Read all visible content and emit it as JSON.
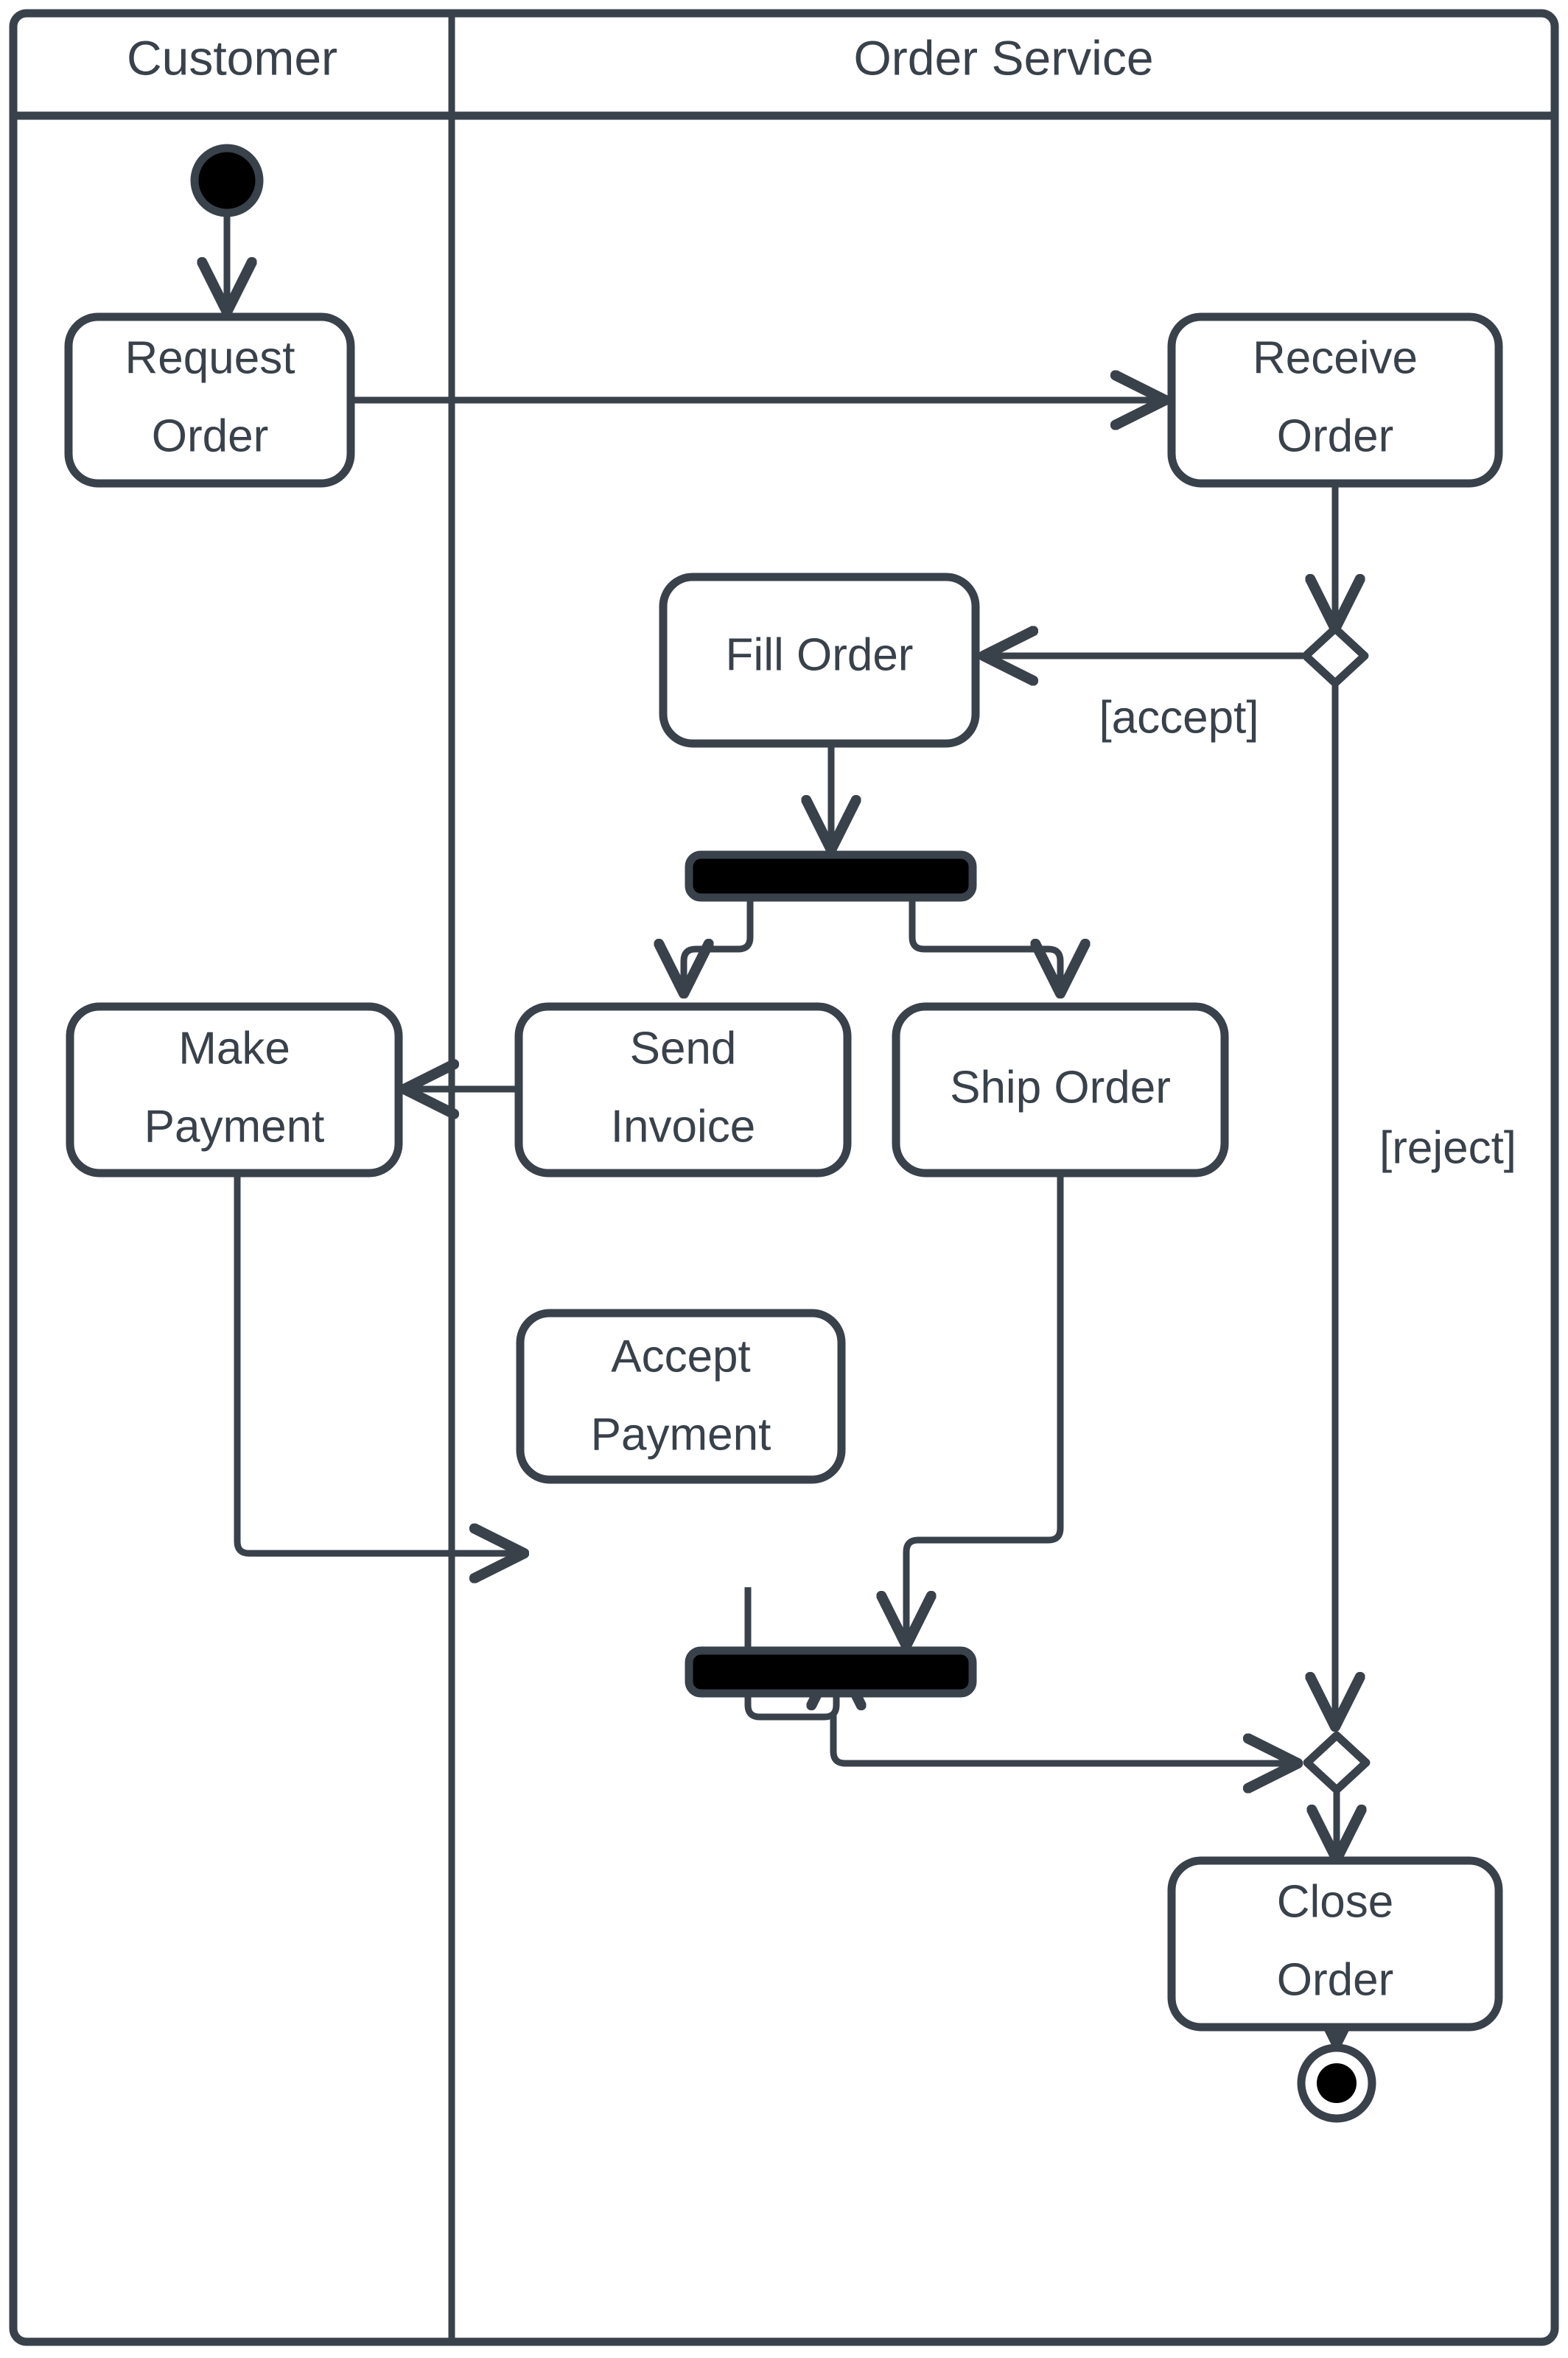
{
  "diagram": {
    "type": "uml-activity-diagram",
    "stroke_color": "#39414b",
    "fill_color": "#ffffff",
    "solid_node_color": "#000000",
    "lanes": [
      {
        "id": "customer",
        "title": "Customer"
      },
      {
        "id": "order_service",
        "title": "Order Service"
      }
    ],
    "nodes": [
      {
        "id": "start",
        "kind": "initial-node",
        "lane": "customer",
        "label": ""
      },
      {
        "id": "request_order",
        "kind": "action",
        "lane": "customer",
        "label_line1": "Request",
        "label_line2": "Order"
      },
      {
        "id": "receive_order",
        "kind": "action",
        "lane": "order_service",
        "label_line1": "Receive",
        "label_line2": "Order"
      },
      {
        "id": "decision_accept",
        "kind": "decision-node",
        "lane": "order_service",
        "label": ""
      },
      {
        "id": "fill_order",
        "kind": "action",
        "lane": "order_service",
        "label_line1": "Fill Order",
        "label_line2": ""
      },
      {
        "id": "fork",
        "kind": "fork-node",
        "lane": "order_service",
        "label": ""
      },
      {
        "id": "send_invoice",
        "kind": "action",
        "lane": "order_service",
        "label_line1": "Send",
        "label_line2": "Invoice"
      },
      {
        "id": "ship_order",
        "kind": "action",
        "lane": "order_service",
        "label_line1": "Ship Order",
        "label_line2": ""
      },
      {
        "id": "make_payment",
        "kind": "action",
        "lane": "customer",
        "label_line1": "Make",
        "label_line2": "Payment"
      },
      {
        "id": "accept_payment",
        "kind": "action",
        "lane": "order_service",
        "label_line1": "Accept",
        "label_line2": "Payment"
      },
      {
        "id": "join",
        "kind": "join-node",
        "lane": "order_service",
        "label": ""
      },
      {
        "id": "merge",
        "kind": "merge-node",
        "lane": "order_service",
        "label": ""
      },
      {
        "id": "close_order",
        "kind": "action",
        "lane": "order_service",
        "label_line1": "Close",
        "label_line2": "Order"
      },
      {
        "id": "end",
        "kind": "final-node",
        "lane": "order_service",
        "label": ""
      }
    ],
    "edges": [
      {
        "from": "start",
        "to": "request_order",
        "guard": ""
      },
      {
        "from": "request_order",
        "to": "receive_order",
        "guard": ""
      },
      {
        "from": "receive_order",
        "to": "decision_accept",
        "guard": ""
      },
      {
        "from": "decision_accept",
        "to": "fill_order",
        "guard": "[accept]"
      },
      {
        "from": "decision_accept",
        "to": "merge",
        "guard": "[reject]"
      },
      {
        "from": "fill_order",
        "to": "fork",
        "guard": ""
      },
      {
        "from": "fork",
        "to": "send_invoice",
        "guard": ""
      },
      {
        "from": "fork",
        "to": "ship_order",
        "guard": ""
      },
      {
        "from": "send_invoice",
        "to": "make_payment",
        "guard": ""
      },
      {
        "from": "make_payment",
        "to": "accept_payment",
        "guard": ""
      },
      {
        "from": "accept_payment",
        "to": "join",
        "guard": ""
      },
      {
        "from": "ship_order",
        "to": "join",
        "guard": ""
      },
      {
        "from": "join",
        "to": "merge",
        "guard": ""
      },
      {
        "from": "merge",
        "to": "close_order",
        "guard": ""
      },
      {
        "from": "close_order",
        "to": "end",
        "guard": ""
      }
    ],
    "guards": {
      "accept": "[accept]",
      "reject": "[reject]"
    }
  }
}
